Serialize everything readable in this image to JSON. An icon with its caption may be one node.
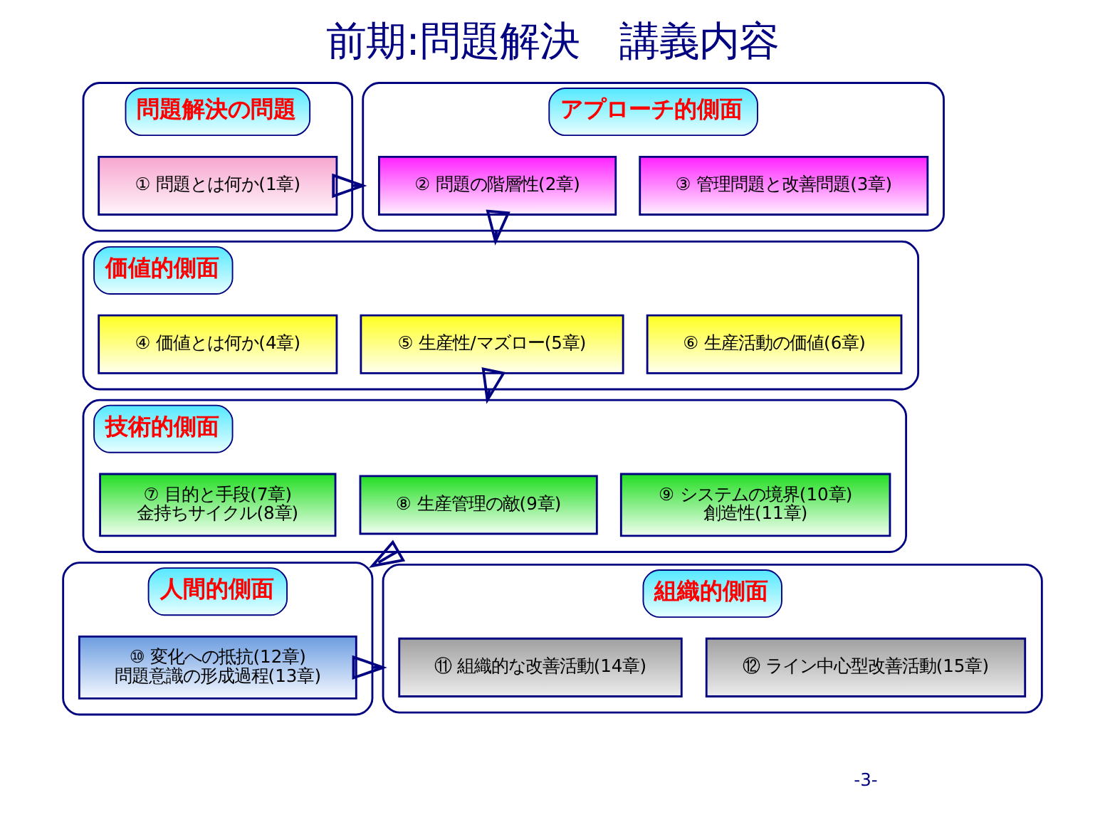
{
  "diagram": {
    "title": "前期:問題解決　講義内容",
    "nodes": [
      {
        "text": [
          "問題解決の問題"
        ]
      },
      {
        "text": [
          "① 問題とは何か(1章)"
        ],
        "in": 0
      },
      {
        "text": [
          "アプローチ的側面"
        ]
      },
      {
        "text": [
          "② 問題の階層性(2章)"
        ],
        "in": 2
      },
      {
        "text": [
          "③ 管理問題と改善問題(3章)"
        ],
        "in": 2
      },
      {
        "text": [
          "価値的側面"
        ]
      },
      {
        "text": [
          "④ 価値とは何か(4章)"
        ],
        "in": 5
      },
      {
        "text": [
          "⑤ 生産性/マズロー(5章)"
        ],
        "in": 5
      },
      {
        "text": [
          "⑥ 生産活動の価値(6章)"
        ],
        "in": 5
      },
      {
        "text": [
          "技術的側面"
        ]
      },
      {
        "text": [
          "⑦ 目的と手段(7章)",
          "金持ちサイクル(8章)"
        ],
        "in": 9
      },
      {
        "text": [
          "⑧ 生産管理の敵(9章)"
        ],
        "in": 9
      },
      {
        "text": [
          "⑨ システムの境界(10章)",
          "創造性(11章)"
        ],
        "in": 9
      },
      {
        "text": [
          "人間的側面"
        ]
      },
      {
        "text": [
          "⑩ 変化への抵抗(12章)",
          "問題意識の形成過程(13章)"
        ],
        "in": 13
      },
      {
        "text": [
          "組織的側面"
        ]
      },
      {
        "text": [
          "⑪ 組織的な改善活動(14章)"
        ],
        "in": 15
      },
      {
        "text": [
          "⑫ ライン中心型改善活動(15章)"
        ],
        "in": 15
      }
    ],
    "edges": [
      {
        "from": 0,
        "to": 2,
        "arrow": "to"
      },
      {
        "from": 2,
        "to": 5,
        "arrow": "to"
      },
      {
        "from": 5,
        "to": 9,
        "arrow": "to"
      },
      {
        "from": 9,
        "to": 13,
        "arrow": "to"
      },
      {
        "from": 13,
        "to": 15,
        "arrow": "to"
      }
    ],
    "labels": [
      "-3-"
    ]
  }
}
